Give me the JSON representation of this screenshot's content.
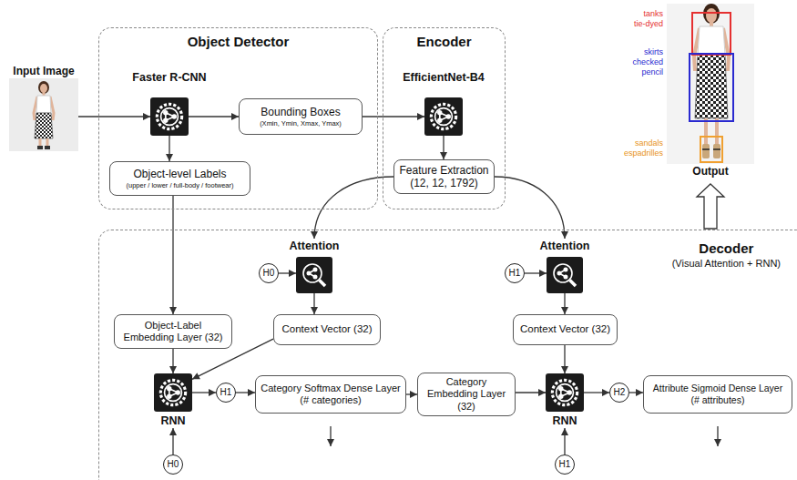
{
  "diagram": {
    "nodes": [
      {
        "text": [
          "Input Image"
        ]
      },
      {
        "text": [
          "Object Detector"
        ]
      },
      {
        "text": [
          "Faster R-CNN"
        ],
        "in": 1
      },
      {
        "text": [
          "Bounding Boxes",
          "(Xmin, Ymin, Xmax, Ymax)"
        ],
        "in": 1
      },
      {
        "text": [
          "Object-level Labels",
          "(upper / lower / full-body / footwear)"
        ],
        "in": 1
      },
      {
        "text": [
          "Encoder"
        ]
      },
      {
        "text": [
          "EfficientNet-B4"
        ],
        "in": 5
      },
      {
        "text": [
          "Feature Extraction",
          "(12, 12, 1792)"
        ],
        "in": 5
      },
      {
        "text": [
          "Output"
        ]
      },
      {
        "text": [
          "Decoder",
          "(Visual Attention + RNN)"
        ]
      },
      {
        "text": [
          "Attention"
        ],
        "in": 9
      },
      {
        "text": [
          "H0"
        ],
        "in": 9
      },
      {
        "text": [
          "Attention"
        ],
        "in": 9
      },
      {
        "text": [
          "H1"
        ],
        "in": 9
      },
      {
        "text": [
          "Object-Label Embedding Layer (32)"
        ],
        "in": 9
      },
      {
        "text": [
          "Context Vector (32)"
        ],
        "in": 9
      },
      {
        "text": [
          "Context Vector (32)"
        ],
        "in": 9
      },
      {
        "text": [
          "RNN"
        ],
        "in": 9
      },
      {
        "text": [
          "H1"
        ],
        "in": 9
      },
      {
        "text": [
          "Category Softmax Dense Layer",
          "(# categories)"
        ],
        "in": 9
      },
      {
        "text": [
          "Category Embedding Layer (32)"
        ],
        "in": 9
      },
      {
        "text": [
          "RNN"
        ],
        "in": 9
      },
      {
        "text": [
          "H2"
        ],
        "in": 9
      },
      {
        "text": [
          "Attribute Sigmoid Dense Layer",
          "(# attributes)"
        ],
        "in": 9
      },
      {
        "text": [
          "H0"
        ],
        "in": 9
      },
      {
        "text": [
          "H1"
        ],
        "in": 9
      }
    ],
    "edges": [
      {
        "from": 0,
        "to": 2,
        "arrow": "to"
      },
      {
        "from": 2,
        "to": 3,
        "arrow": "to"
      },
      {
        "from": 3,
        "to": 6,
        "arrow": "to"
      },
      {
        "from": 2,
        "to": 4,
        "arrow": "to"
      },
      {
        "from": 6,
        "to": 7,
        "arrow": "to"
      },
      {
        "from": 7,
        "to": 10,
        "arrow": "to"
      },
      {
        "from": 7,
        "to": 12,
        "arrow": "to"
      },
      {
        "from": 4,
        "to": 14,
        "arrow": "to"
      },
      {
        "from": 11,
        "to": 10,
        "arrow": "to"
      },
      {
        "from": 10,
        "to": 15,
        "arrow": "to"
      },
      {
        "from": 14,
        "to": 17,
        "arrow": "to"
      },
      {
        "from": 15,
        "to": 17,
        "arrow": "to"
      },
      {
        "from": 24,
        "to": 17,
        "arrow": "to"
      },
      {
        "from": 17,
        "to": 18,
        "arrow": "to"
      },
      {
        "from": 18,
        "to": 19,
        "arrow": "to"
      },
      {
        "from": 19,
        "to": 20,
        "arrow": "to"
      },
      {
        "from": 20,
        "to": 21,
        "arrow": "to"
      },
      {
        "from": 13,
        "to": 12,
        "arrow": "to"
      },
      {
        "from": 12,
        "to": 16,
        "arrow": "to"
      },
      {
        "from": 16,
        "to": 21,
        "arrow": "to"
      },
      {
        "from": 25,
        "to": 21,
        "arrow": "to"
      },
      {
        "from": 21,
        "to": 22,
        "arrow": "to"
      },
      {
        "from": 22,
        "to": 23,
        "arrow": "to"
      },
      {
        "from": 9,
        "to": 8,
        "arrow": "to"
      }
    ],
    "labels": [
      "tanks",
      "tie-dyed",
      "skirts",
      "checked",
      "pencil",
      "sandals",
      "espadrilles"
    ]
  }
}
